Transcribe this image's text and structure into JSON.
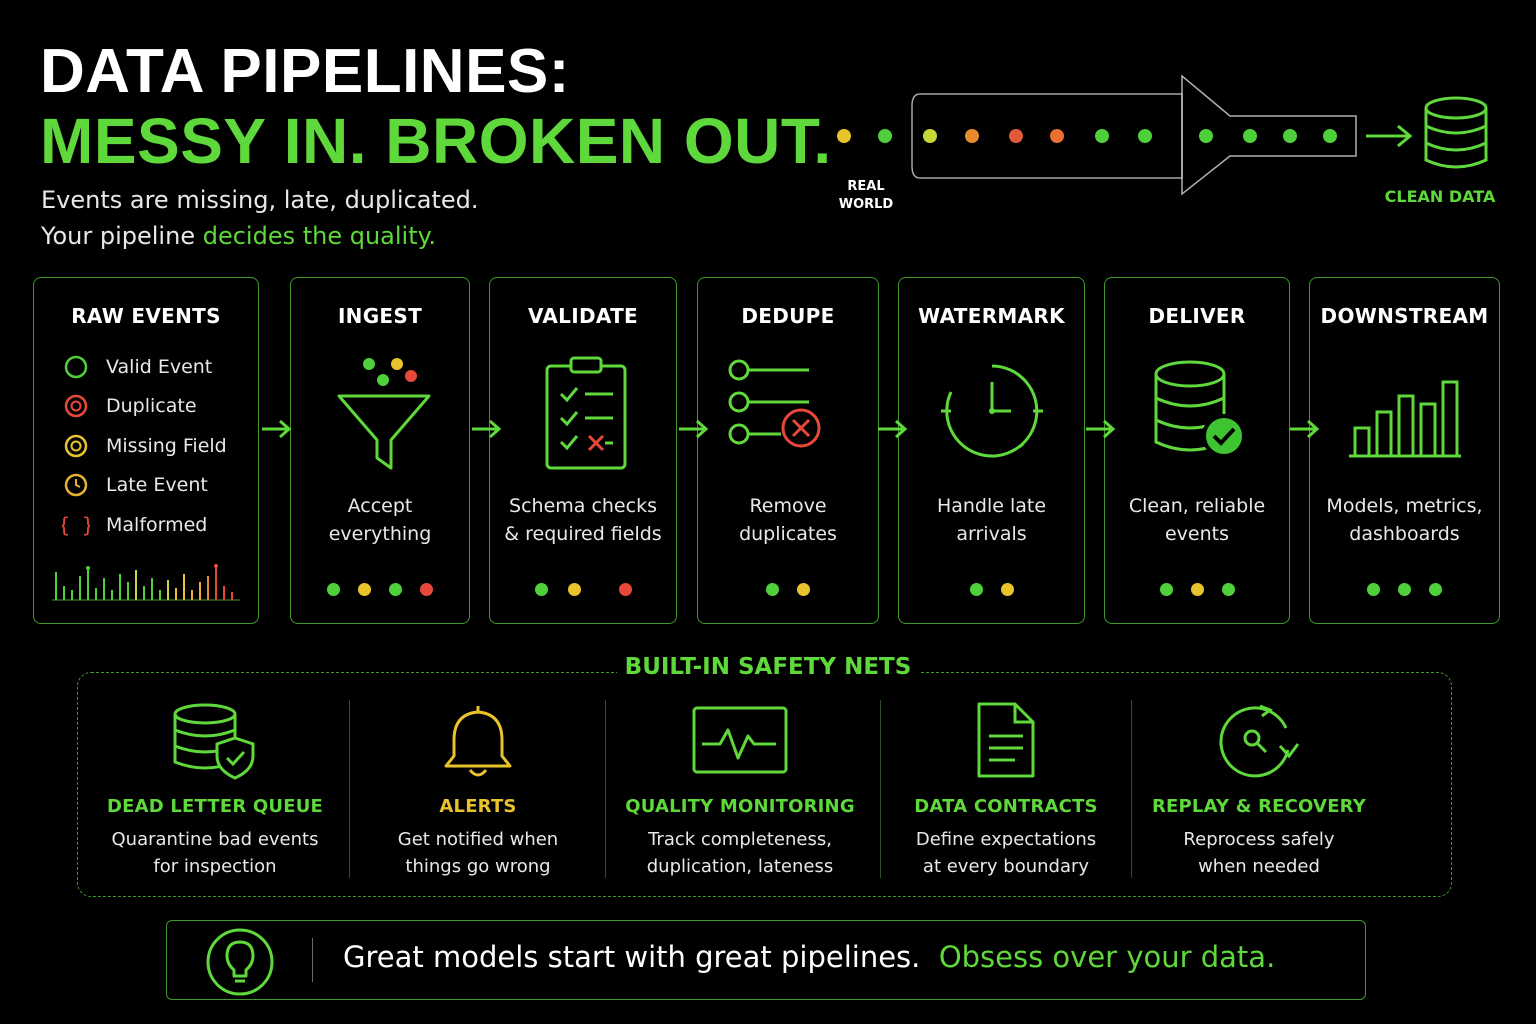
{
  "header": {
    "title_line1": "DATA PIPELINES:",
    "title_line2": "MESSY IN. BROKEN OUT.",
    "subtitle_line1": "Events are missing, late, duplicated.",
    "subtitle_line2_prefix": "Your pipeline ",
    "subtitle_line2_highlight": "decides the quality.",
    "graphic": {
      "input_label_line1": "REAL",
      "input_label_line2": "WORLD",
      "output_label": "CLEAN DATA"
    }
  },
  "colors": {
    "accent": "#5fd83b",
    "border": "#3f9a2a",
    "valid": "#4fcf3a",
    "duplicate": "#e8483a",
    "missing": "#e8c32c",
    "late": "#e8b030",
    "malformed": "#e8483a",
    "background": "#000000"
  },
  "pipeline": {
    "raw_events": {
      "title": "RAW EVENTS",
      "legend": [
        {
          "label": "Valid Event",
          "icon": "green-circle-icon"
        },
        {
          "label": "Duplicate",
          "icon": "red-double-circle-icon"
        },
        {
          "label": "Missing Field",
          "icon": "yellow-double-circle-icon"
        },
        {
          "label": "Late Event",
          "icon": "clock-icon"
        },
        {
          "label": "Malformed",
          "icon": "braces-icon"
        }
      ]
    },
    "stages": [
      {
        "title": "INGEST",
        "line1": "Accept",
        "line2": "everything",
        "icon": "funnel-icon",
        "dots": [
          "#4fcf3a",
          "#e8c32c",
          "#4fcf3a",
          "#e8483a"
        ]
      },
      {
        "title": "VALIDATE",
        "line1": "Schema checks",
        "line2": "& required fields",
        "icon": "clipboard-check-icon",
        "dots": [
          "#4fcf3a",
          "#e8c32c",
          "#e8483a"
        ]
      },
      {
        "title": "DEDUPE",
        "line1": "Remove",
        "line2": "duplicates",
        "icon": "list-remove-icon",
        "dots": [
          "#4fcf3a",
          "#e8c32c"
        ]
      },
      {
        "title": "WATERMARK",
        "line1": "Handle late",
        "line2": "arrivals",
        "icon": "clock-icon",
        "dots": [
          "#4fcf3a",
          "#e8c32c"
        ]
      },
      {
        "title": "DELIVER",
        "line1": "Clean, reliable",
        "line2": "events",
        "icon": "database-check-icon",
        "dots": [
          "#4fcf3a",
          "#e8c32c",
          "#4fcf3a"
        ]
      },
      {
        "title": "DOWNSTREAM",
        "line1": "Models, metrics,",
        "line2": "dashboards",
        "icon": "bar-chart-icon",
        "dots": [
          "#4fcf3a",
          "#4fcf3a",
          "#4fcf3a"
        ]
      }
    ]
  },
  "safety_nets": {
    "title": "BUILT-IN SAFETY NETS",
    "items": [
      {
        "title": "DEAD LETTER QUEUE",
        "line1": "Quarantine bad events",
        "line2": "for inspection",
        "icon": "database-shield-icon",
        "color": "#5fd83b"
      },
      {
        "title": "ALERTS",
        "line1": "Get notified when",
        "line2": "things go wrong",
        "icon": "bell-icon",
        "color": "#e8c32c"
      },
      {
        "title": "QUALITY MONITORING",
        "line1": "Track completeness,",
        "line2": "duplication, lateness",
        "icon": "monitor-pulse-icon",
        "color": "#5fd83b"
      },
      {
        "title": "DATA CONTRACTS",
        "line1": "Define expectations",
        "line2": "at every boundary",
        "icon": "document-icon",
        "color": "#5fd83b"
      },
      {
        "title": "REPLAY & RECOVERY",
        "line1": "Reprocess safely",
        "line2": "when needed",
        "icon": "replay-icon",
        "color": "#5fd83b"
      }
    ]
  },
  "footer": {
    "text": "Great models start with great pipelines.",
    "highlight": "Obsess over your data.",
    "icon": "lightbulb-icon"
  }
}
